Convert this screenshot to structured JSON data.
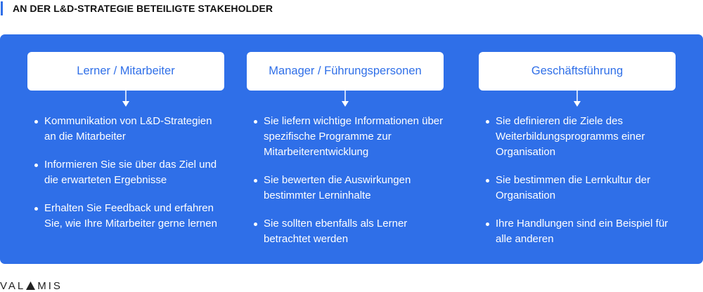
{
  "header": {
    "title": "AN DER L&D-STRATEGIE BETEILIGTE STAKEHOLDER"
  },
  "colors": {
    "accent": "#2f6fe8",
    "box": "#ffffff",
    "text_dark": "#111111"
  },
  "columns": [
    {
      "title": "Lerner / Mitarbeiter",
      "bullets": [
        "Kommunikation von L&D-Strategien an die Mitarbeiter",
        "Informieren Sie sie über das Ziel und die erwarteten Ergebnisse",
        "Erhalten Sie Feedback und erfahren Sie, wie Ihre Mitarbeiter gerne lernen"
      ]
    },
    {
      "title": "Manager / Führungspersonen",
      "bullets": [
        "Sie liefern wichtige Informationen über spezifische Programme zur Mitarbeiterentwicklung",
        "Sie bewerten die Auswirkungen bestimmter Lerninhalte",
        "Sie sollten ebenfalls als Lerner betrachtet werden"
      ]
    },
    {
      "title": "Geschäftsführung",
      "bullets": [
        "Sie definieren die Ziele des Weiterbildungsprogramms einer Organisation",
        "Sie bestimmen die Lernkultur der Organisation",
        "Ihre Handlungen sind ein Beispiel für alle anderen"
      ]
    }
  ],
  "logo": {
    "before": "VAL",
    "after": "MIS",
    "icon": "triangle-a-logo-icon"
  }
}
